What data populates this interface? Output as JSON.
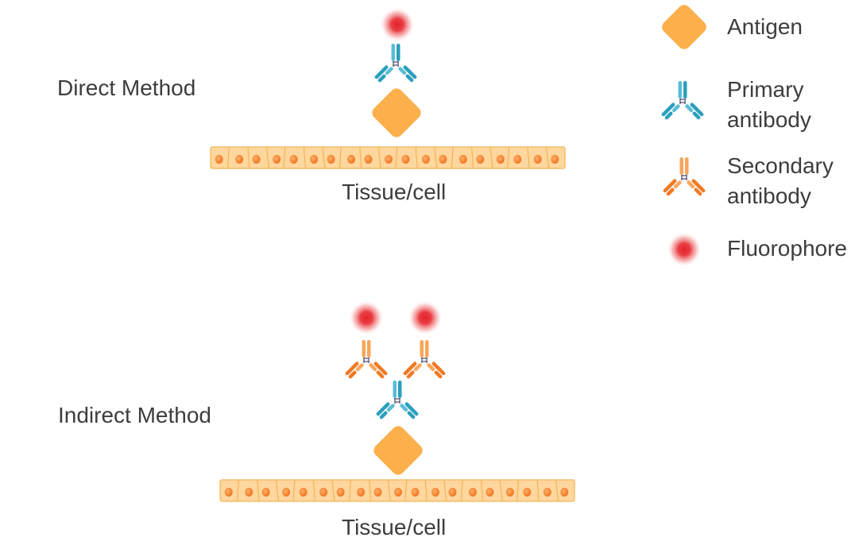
{
  "direct": {
    "title": "Direct Method",
    "tissue_label": "Tissue/cell"
  },
  "indirect": {
    "title": "Indirect Method",
    "tissue_label": "Tissue/cell"
  },
  "legend": {
    "antigen": "Antigen",
    "primary_line1": "Primary",
    "primary_line2": "antibody",
    "secondary_line1": "Secondary",
    "secondary_line2": "antibody",
    "fluorophore": "Fluorophore"
  },
  "colors": {
    "antigen": "#fbb04c",
    "primary_light": "#5bbcd6",
    "primary_dark": "#2a9fbe",
    "secondary_light": "#f9a55a",
    "secondary_dark": "#f07a24",
    "fluorophore": "#e2232a",
    "tissue_fill": "#fdd79e",
    "tissue_stroke": "#f5b454",
    "nucleus": "#f47c20",
    "linker": "#6b6b85"
  }
}
